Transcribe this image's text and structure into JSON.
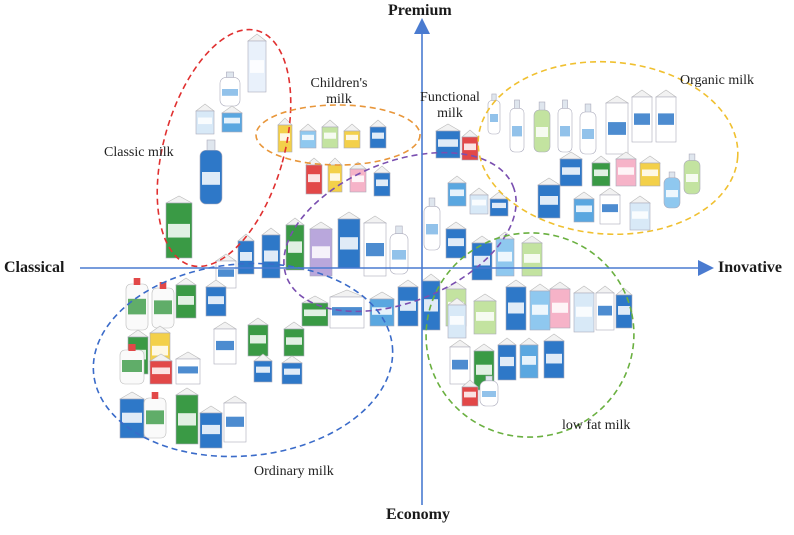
{
  "axes": {
    "top": "Premium",
    "bottom": "Economy",
    "left": "Classical",
    "right": "Inovative"
  },
  "groups": [
    {
      "id": "classic",
      "label": "Classic milk",
      "color": "#e03030"
    },
    {
      "id": "children",
      "label": "Children's milk",
      "color": "#e8963a"
    },
    {
      "id": "functional",
      "label": "Functional milk",
      "color": "#7a4fb0"
    },
    {
      "id": "organic",
      "label": "Organic milk",
      "color": "#f0c030"
    },
    {
      "id": "ordinary",
      "label": "Ordinary milk",
      "color": "#3a6bc9"
    },
    {
      "id": "lowfat",
      "label": "low fat milk",
      "color": "#6ab040"
    }
  ],
  "colors": {
    "axis": "#4a7bd0",
    "carton_palette": [
      "#e9f1fb",
      "#2e78c8",
      "#d8e9f7",
      "#5aa7e0",
      "#ffffff",
      "#3a9a45",
      "#e24848",
      "#f3d04a",
      "#8fc8ef",
      "#c3e3a0",
      "#f6b3c8",
      "#b9a7dc"
    ]
  }
}
